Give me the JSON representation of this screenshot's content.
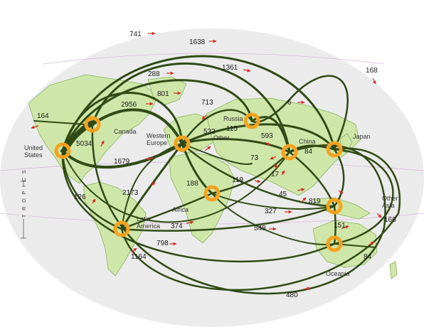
{
  "colors": {
    "ocean": "#ebebeb",
    "land": "#cfe6a9",
    "land_edge": "#88b35e",
    "flow": "#2f4a14",
    "hub": "#f5a21f",
    "arrow": "#d22b1f",
    "grid": "#d9b7de"
  },
  "tropics_label": "T R O P I C S",
  "regions": [
    {
      "id": "united-states",
      "label": "United\nStates"
    },
    {
      "id": "canada",
      "label": "Canada"
    },
    {
      "id": "western-europe",
      "label": "Western\nEurope"
    },
    {
      "id": "russia",
      "label": "Russia"
    },
    {
      "id": "other",
      "label": "Other"
    },
    {
      "id": "china",
      "label": "China"
    },
    {
      "id": "japan",
      "label": "Japan"
    },
    {
      "id": "africa",
      "label": "Africa"
    },
    {
      "id": "latin-america",
      "label": "Latin\nAmerica"
    },
    {
      "id": "other-asia",
      "label": "Other\nAsia"
    },
    {
      "id": "oceania",
      "label": "Oceania"
    }
  ],
  "flow_values": [
    "741",
    "1638",
    "288",
    "1361",
    "168",
    "801",
    "2956",
    "713",
    "6",
    "164",
    "115",
    "593",
    "532",
    "5034",
    "1679",
    "73",
    "84",
    "17",
    "119",
    "188",
    "45",
    "819",
    "2173",
    "327",
    "126",
    "374",
    "548",
    "151",
    "166",
    "798",
    "84",
    "1164",
    "480"
  ],
  "hubs": [
    "canada-hub",
    "united-states-hub",
    "western-europe-hub",
    "russia-hub",
    "china-hub",
    "japan-hub",
    "africa-hub",
    "latin-america-hub",
    "other-asia-hub",
    "oceania-hub"
  ]
}
